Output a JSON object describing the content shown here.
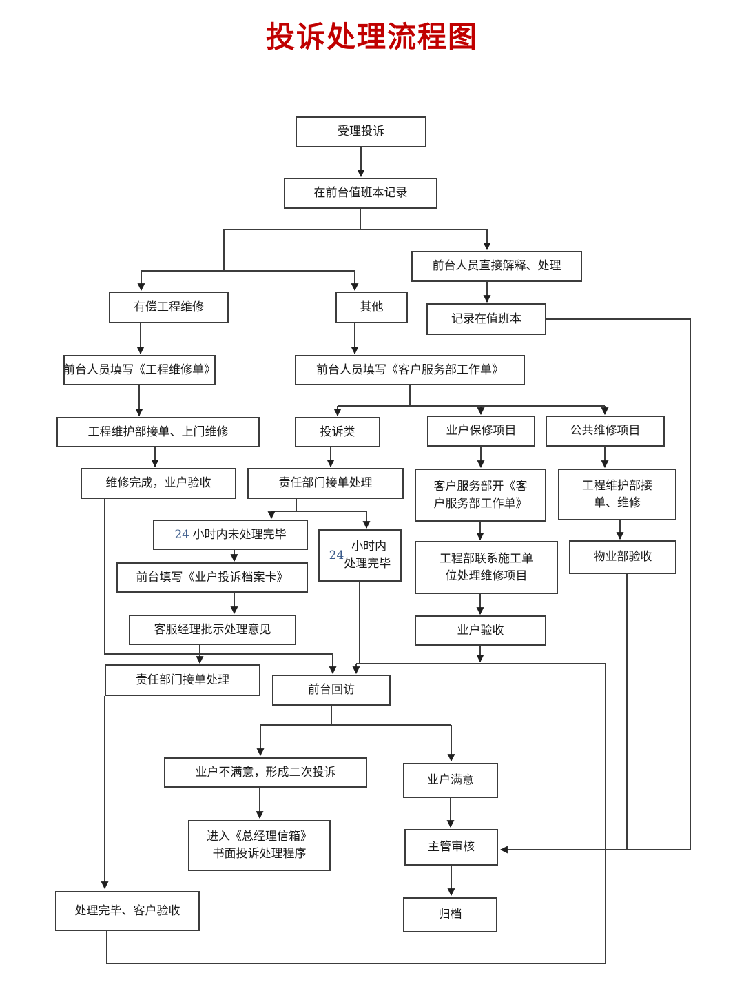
{
  "title": "投诉处理流程图",
  "title_color": "#c00000",
  "number_color": "#3a5a8a",
  "flowchart": {
    "nodes": [
      {
        "id": "receive-complaint",
        "label": "受理投诉"
      },
      {
        "id": "record-front-desk-logbook",
        "label": "在前台值班本记录"
      },
      {
        "id": "front-desk-direct-handle",
        "label": "前台人员直接解释、处理"
      },
      {
        "id": "record-in-logbook",
        "label": "记录在值班本"
      },
      {
        "id": "paid-engineering-repair",
        "label": "有偿工程维修"
      },
      {
        "id": "other",
        "label": "其他"
      },
      {
        "id": "fill-engineering-repair-form",
        "label": "前台人员填写《工程维修单》"
      },
      {
        "id": "fill-customer-service-worksheet",
        "label": "前台人员填写《客户服务部工作单》"
      },
      {
        "id": "engineering-dept-door-repair",
        "label": "工程维护部接单、上门维修"
      },
      {
        "id": "complaint-type",
        "label": "投诉类"
      },
      {
        "id": "owner-warranty-project",
        "label": "业户保修项目"
      },
      {
        "id": "public-maintenance-project",
        "label": "公共维修项目"
      },
      {
        "id": "repair-done-owner-accept",
        "label": "维修完成，业户验收"
      },
      {
        "id": "responsible-dept-handle-1",
        "label": "责任部门接单处理"
      },
      {
        "id": "cs-dept-open-worksheet",
        "label": "客户服务部开《客\n户服务部工作单》"
      },
      {
        "id": "engineering-dept-repair",
        "label": "工程维护部接\n单、维修"
      },
      {
        "id": "not-done-in-24h",
        "label": "24 小时内未处理完毕"
      },
      {
        "id": "done-in-24h",
        "label": "24 小时内\n处理完毕"
      },
      {
        "id": "fill-complaint-archive-card",
        "label": "前台填写《业户投诉档案卡》"
      },
      {
        "id": "engineering-contact-constructor",
        "label": "工程部联系施工单\n位处理维修项目"
      },
      {
        "id": "property-dept-accept",
        "label": "物业部验收"
      },
      {
        "id": "cs-manager-instruction",
        "label": "客服经理批示处理意见"
      },
      {
        "id": "owner-acceptance",
        "label": "业户验收"
      },
      {
        "id": "responsible-dept-handle-2",
        "label": "责任部门接单处理"
      },
      {
        "id": "front-desk-callback",
        "label": "前台回访"
      },
      {
        "id": "owner-unsatisfied-second-complaint",
        "label": "业户不满意，形成二次投诉"
      },
      {
        "id": "owner-satisfied",
        "label": "业户满意"
      },
      {
        "id": "gm-mailbox-written-procedure",
        "label": "进入《总经理信箱》\n书面投诉处理程序"
      },
      {
        "id": "supervisor-review",
        "label": "主管审核"
      },
      {
        "id": "complete-customer-accept",
        "label": "处理完毕、客户验收"
      },
      {
        "id": "archive",
        "label": "归档"
      }
    ]
  }
}
